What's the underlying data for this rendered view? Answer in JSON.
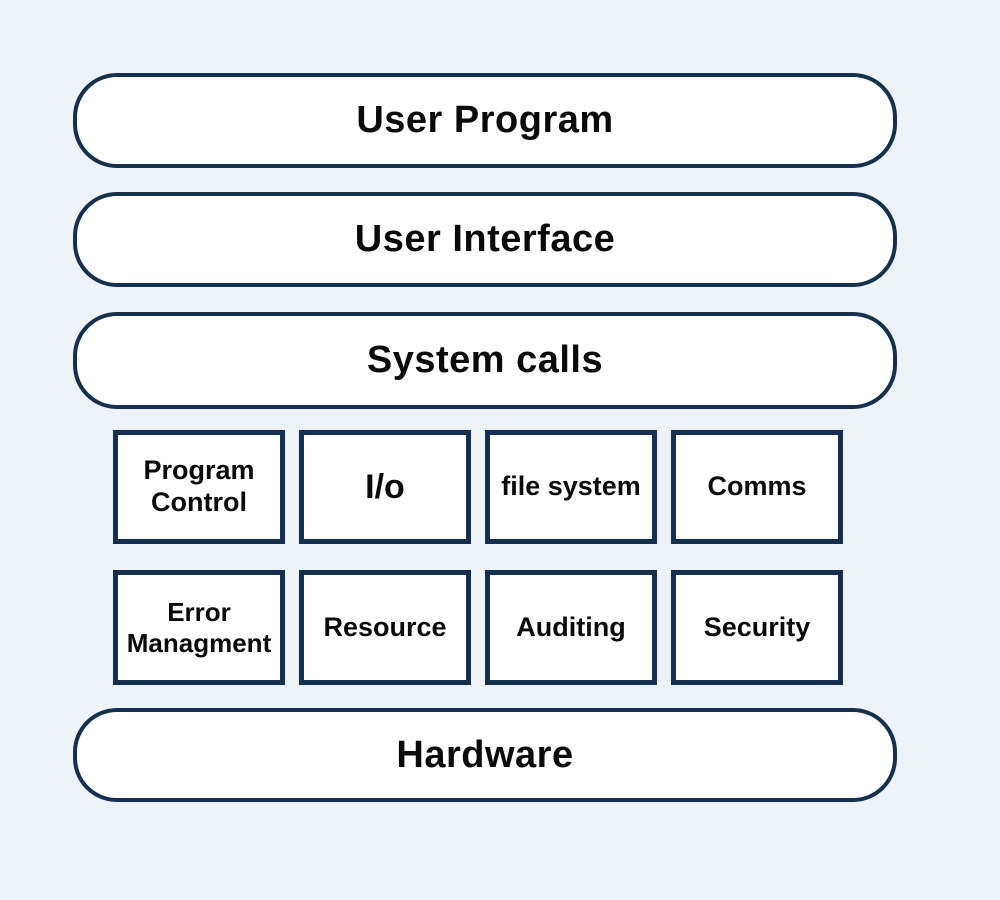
{
  "colors": {
    "background": "#eef3f9",
    "box_fill": "#ffffff",
    "border": "#14304e",
    "text": "#0a0a0a"
  },
  "diagram": {
    "layers": [
      {
        "label": "User Program"
      },
      {
        "label": "User Interface"
      },
      {
        "label": "System calls"
      }
    ],
    "services_row1": [
      {
        "label": "Program Control"
      },
      {
        "label": "I/o"
      },
      {
        "label": "file system"
      },
      {
        "label": "Comms"
      }
    ],
    "services_row2": [
      {
        "label": "Error Managment"
      },
      {
        "label": "Resource"
      },
      {
        "label": "Auditing"
      },
      {
        "label": "Security"
      }
    ],
    "base_layer": {
      "label": "Hardware"
    }
  }
}
